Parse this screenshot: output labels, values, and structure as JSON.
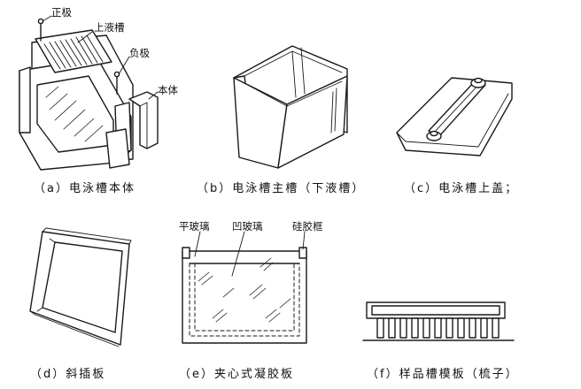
{
  "figure": {
    "a": {
      "caption": "（a）电泳槽本体",
      "callouts": {
        "positive": "正极",
        "upper_tank": "上液槽",
        "negative": "负极",
        "body": "本体"
      }
    },
    "b": {
      "caption": "（b）电泳槽主槽（下液槽）"
    },
    "c": {
      "caption": "（c）电泳槽上盖；"
    },
    "d": {
      "caption": "（d）斜插板"
    },
    "e": {
      "caption": "（e）夹心式凝胶板",
      "callouts": {
        "flat_glass": "平玻璃",
        "notched_glass": "凹玻璃",
        "silicone_frame": "硅胶框"
      }
    },
    "f": {
      "caption": "（f）样品槽模板（梳子）"
    }
  },
  "colors": {
    "ink": "#1a1a1a",
    "background": "#ffffff"
  }
}
